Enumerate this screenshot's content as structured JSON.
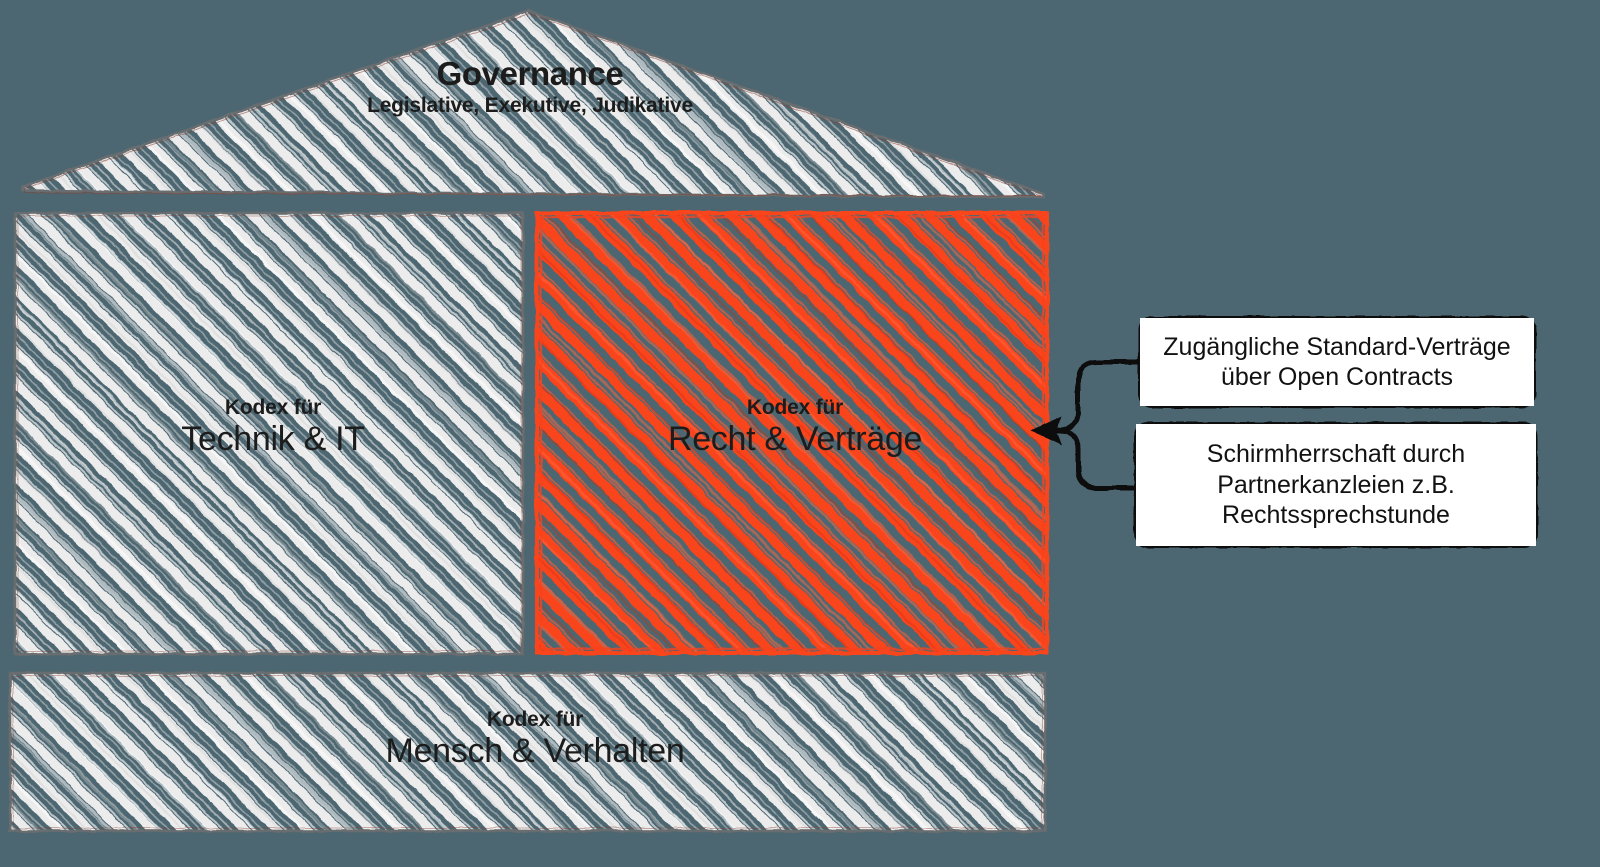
{
  "diagram": {
    "title": "Kodex Haus",
    "background_color": "#4c6771",
    "hatch_gray": "#ececec",
    "hatch_red": "#f8441f",
    "outline_color": "#55585a",
    "text_color": "#1c1c1c"
  },
  "roof": {
    "name": "governance-roof",
    "title": "Governance",
    "subtitle": "Legislative, Exekutive, Judikative",
    "fill": "gray-hatch"
  },
  "pillars": [
    {
      "id": "technik",
      "kicker": "Kodex für",
      "title": "Technik & IT",
      "fill": "gray-hatch",
      "highlighted": false
    },
    {
      "id": "recht",
      "kicker": "Kodex für",
      "title": "Recht & Verträge",
      "fill": "red-hatch",
      "highlighted": true
    }
  ],
  "foundation": {
    "id": "mensch",
    "kicker": "Kodex für",
    "title": "Mensch & Verhalten",
    "fill": "gray-hatch"
  },
  "callouts": [
    {
      "id": "open-contracts",
      "line1": "Zugängliche Standard-Verträge",
      "line2": "über Open Contracts",
      "text": "Zugängliche Standard-Verträge über Open Contracts"
    },
    {
      "id": "partnerkanzleien",
      "line1": "Schirmherrschaft durch",
      "line2": "Partnerkanzleien z.B.",
      "line3": "Rechtssprechstunde",
      "text": "Schirmherrschaft durch Partnerkanzleien z.B. Rechtssprechstunde"
    }
  ],
  "connector": {
    "name": "fork-arrow",
    "points_to": "recht",
    "direction": "left",
    "color": "#0b0b0b"
  }
}
